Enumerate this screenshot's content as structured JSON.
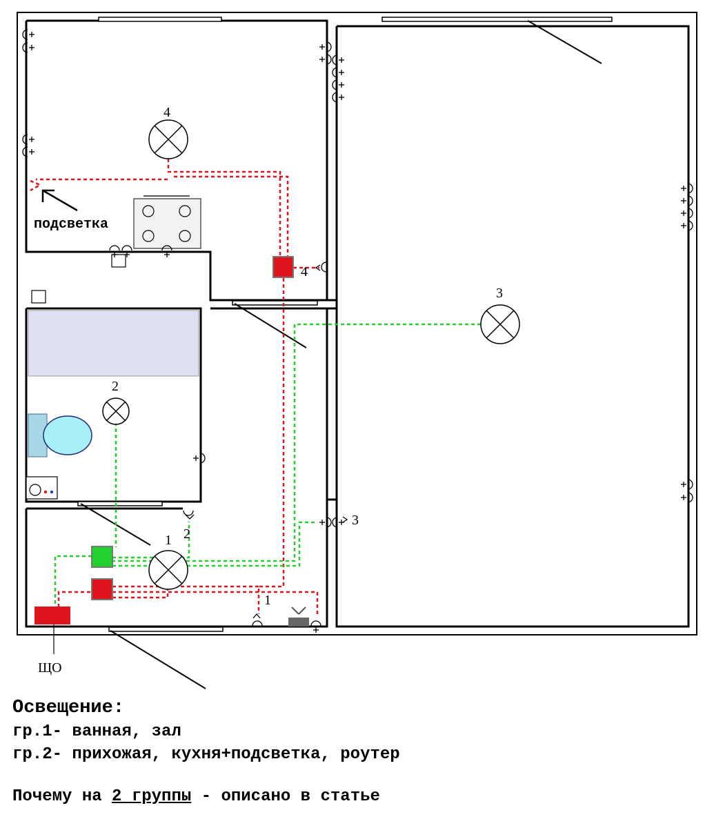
{
  "plan": {
    "colors": {
      "wall": "#000000",
      "group_red": "#e0141c",
      "group_green": "#22d12e",
      "bath": "#e0e0f5",
      "toilet": "#a8f0f8"
    },
    "lamp_labels": {
      "lamp1": "1",
      "lamp2": "2",
      "lamp3": "3",
      "lamp4": "4"
    },
    "switch_labels": {
      "switch1": "1",
      "switch2": "2",
      "switch3": "3",
      "switch4": "4"
    },
    "backlight_label": "подсветка",
    "panel_label": "ЩО"
  },
  "legend": {
    "title": "Освещение:",
    "group1": "гр.1- ванная, зал",
    "group2": "гр.2- прихожая, кухня+подсветка, роутер",
    "note_prefix": "Почему на ",
    "note_link": "2 группы",
    "note_suffix": " - описано в статье"
  }
}
